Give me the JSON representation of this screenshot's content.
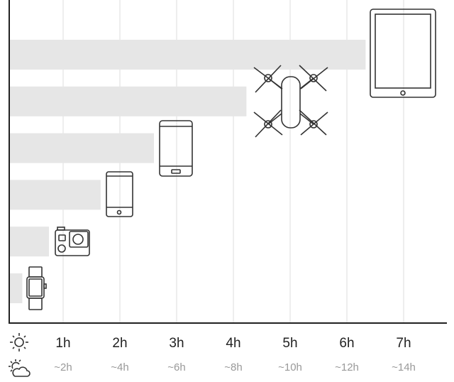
{
  "chart_data": {
    "type": "bar",
    "orientation": "horizontal",
    "title": "",
    "categories": [
      "smartwatch",
      "action camera",
      "smartphone",
      "large smartphone",
      "drone",
      "tablet"
    ],
    "values": [
      0.28,
      0.75,
      1.66,
      2.6,
      4.23,
      6.33
    ],
    "xlim": [
      0,
      7.8
    ],
    "grid": true,
    "xlabel": "",
    "ylabel": "",
    "ticks": {
      "sunny_icon": "sun-icon",
      "sunny": [
        "1h",
        "2h",
        "3h",
        "4h",
        "5h",
        "6h",
        "7h"
      ],
      "cloudy_icon": "sun-cloud-icon",
      "cloudy": [
        "~2h",
        "~4h",
        "~6h",
        "~8h",
        "~10h",
        "~12h",
        "~14h"
      ]
    },
    "colors": {
      "bar": "#e6e6e6",
      "grid": "#e8e8e8",
      "axis": "#222222",
      "icon": "#333333"
    }
  }
}
